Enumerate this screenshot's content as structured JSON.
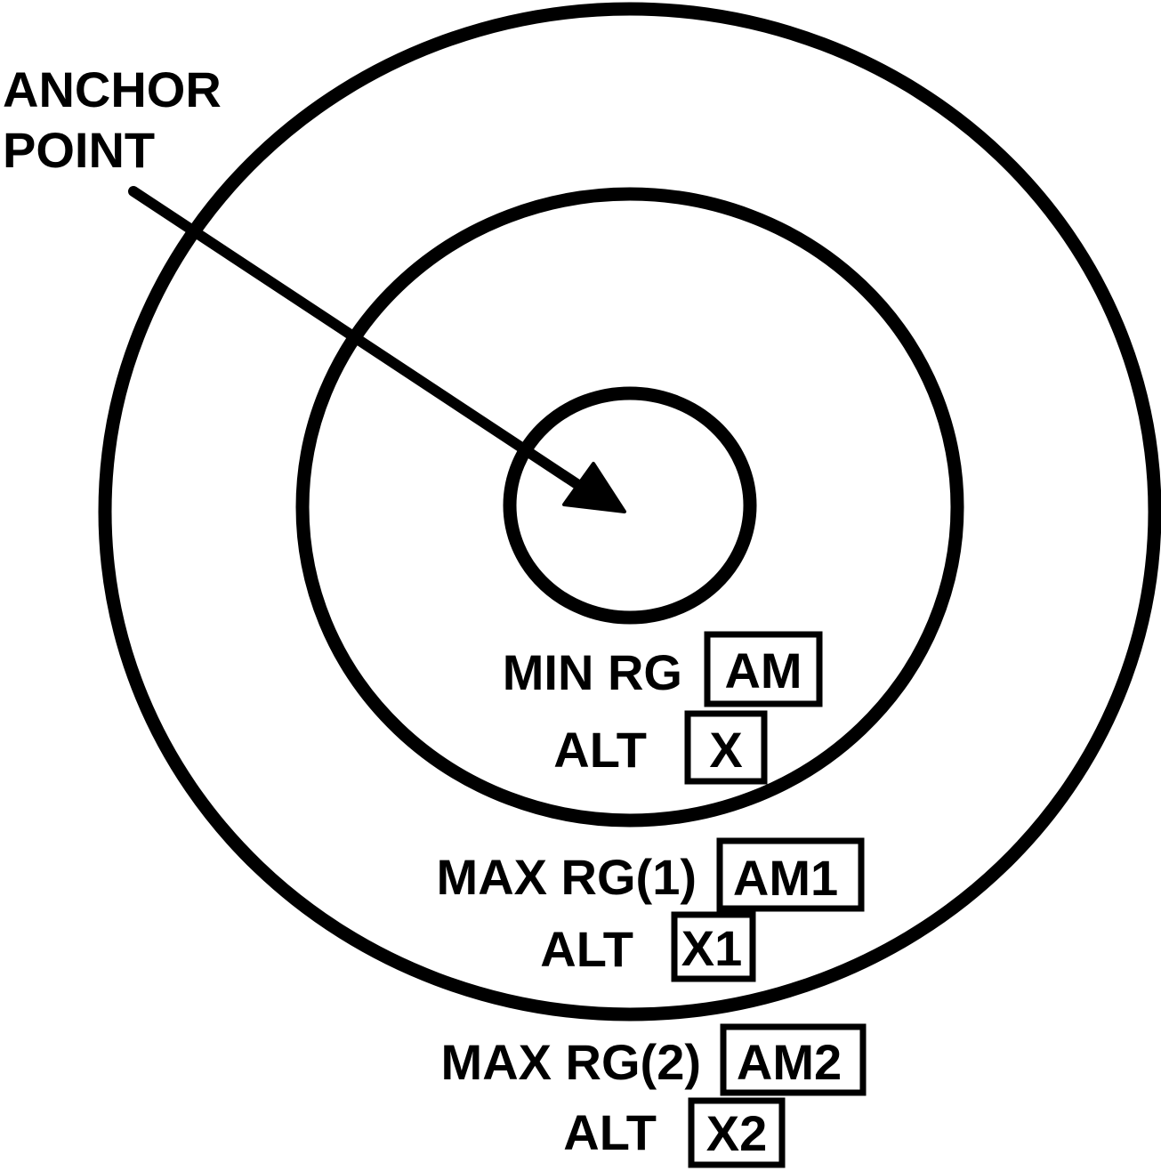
{
  "anchor": {
    "line1": "ANCHOR",
    "line2": "POINT"
  },
  "min_range": {
    "label": "MIN RG",
    "value": "AM",
    "alt_label": "ALT",
    "alt_value": "X"
  },
  "max_range_1": {
    "label": "MAX RG(1)",
    "value": "AM1",
    "alt_label": "ALT",
    "alt_value": "X1"
  },
  "max_range_2": {
    "label": "MAX RG(2)",
    "value": "AM2",
    "alt_label": "ALT",
    "alt_value": "X2"
  },
  "colors": {
    "stroke": "#000000",
    "background": "#ffffff"
  }
}
